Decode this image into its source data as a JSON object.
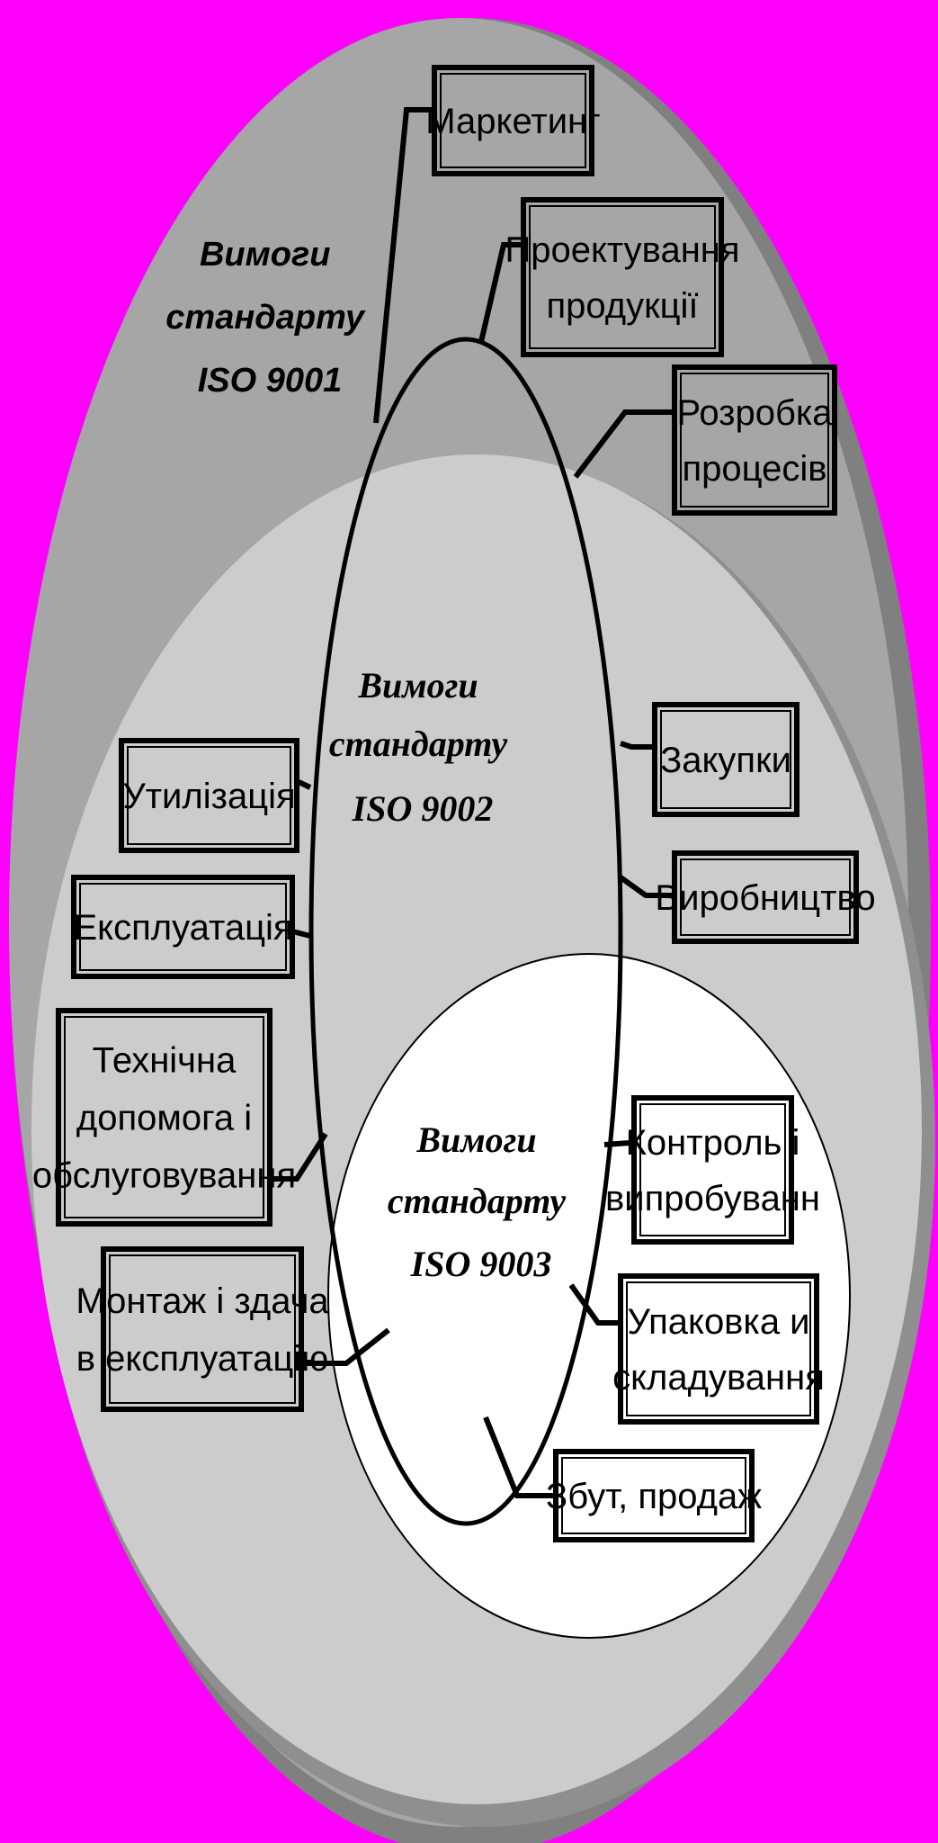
{
  "colors": {
    "background": "#ff00ff",
    "iso9001_fill": "#a6a6a6",
    "iso9002_fill": "#cccccc",
    "iso9003_fill": "#ffffff",
    "box_fill_outer": "#a6a6a6",
    "box_fill_inner": "#cccccc",
    "box_fill_white": "#ffffff",
    "outline": "#000000"
  },
  "standards": {
    "iso9001": {
      "line1": "Вимоги",
      "line2": "стандарту",
      "line3": "ISO 9001"
    },
    "iso9002": {
      "line1": "Вимоги",
      "line2": "стандарту",
      "line3": "ISO 9002"
    },
    "iso9003": {
      "line1": "Вимоги",
      "line2": "стандарту",
      "line3": "ISO 9003"
    }
  },
  "stages": {
    "marketing": {
      "lines": [
        "Маркетинг"
      ]
    },
    "design": {
      "lines": [
        "Проектування",
        "продукції"
      ]
    },
    "process_dev": {
      "lines": [
        "Розробка",
        "процесів"
      ]
    },
    "purchasing": {
      "lines": [
        "Закупки"
      ]
    },
    "production": {
      "lines": [
        "Виробництво"
      ]
    },
    "control": {
      "lines": [
        "Контроль і",
        "випробуванн"
      ]
    },
    "packing": {
      "lines": [
        "Упаковка и",
        "складування"
      ]
    },
    "sales": {
      "lines": [
        "Збут, продаж"
      ]
    },
    "disposal": {
      "lines": [
        "Утилізація"
      ]
    },
    "operation": {
      "lines": [
        "Експлуатація"
      ]
    },
    "service": {
      "lines": [
        "Технічна",
        "допомога і",
        "обслуговування"
      ]
    },
    "installation": {
      "lines": [
        "Монтаж і здача",
        "в експлуатацію"
      ]
    }
  }
}
